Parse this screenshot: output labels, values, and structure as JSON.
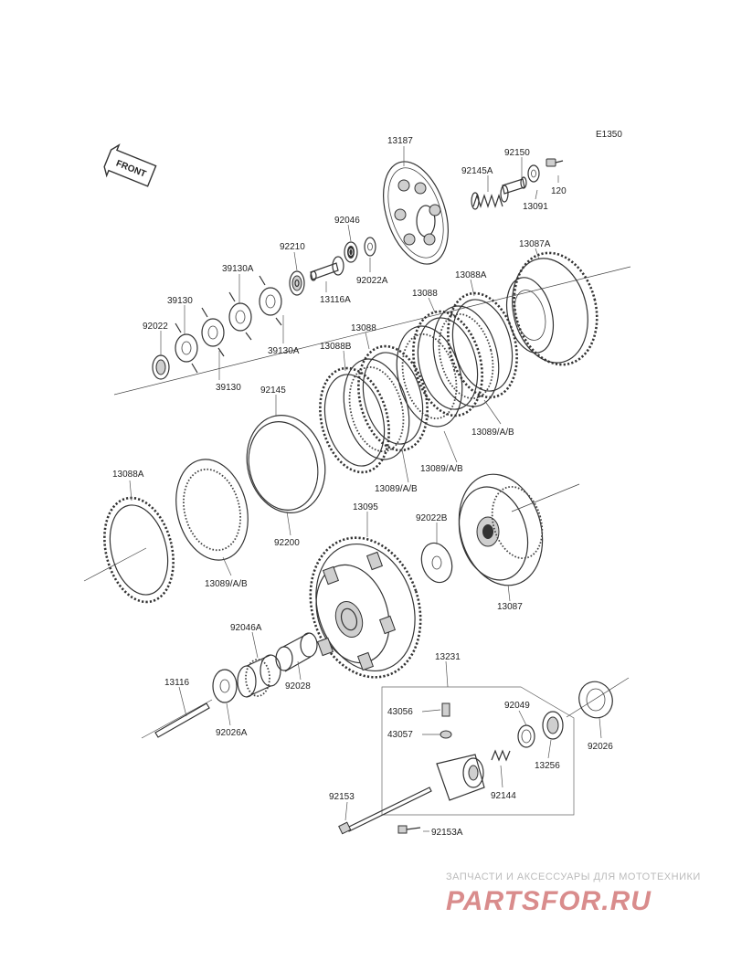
{
  "diagram": {
    "code": "E1350",
    "front_label": "FRONT",
    "labels": {
      "p13187": "13187",
      "p92150": "92150",
      "p92145a": "92145A",
      "p120": "120",
      "p13091": "13091",
      "p92046": "92046",
      "p92210": "92210",
      "p92022a": "92022A",
      "p13116a": "13116A",
      "p39130a_1": "39130A",
      "p39130_1": "39130",
      "p92022": "92022",
      "p39130a_2": "39130A",
      "p39130_2": "39130",
      "p13087a": "13087A",
      "p13088a_top": "13088A",
      "p13088_1": "13088",
      "p13088_2": "13088",
      "p13088b": "13088B",
      "p13089_1": "13089/A/B",
      "p13089_2": "13089/A/B",
      "p13089_3": "13089/A/B",
      "p92145": "92145",
      "p13088a_left": "13088A",
      "p13089_4": "13089/A/B",
      "p92200": "92200",
      "p13095": "13095",
      "p92022b": "92022B",
      "p13087": "13087",
      "p92046a": "92046A",
      "p92028": "92028",
      "p13116": "13116",
      "p92026a": "92026A",
      "p13231": "13231",
      "p43056": "43056",
      "p43057": "43057",
      "p92049": "92049",
      "p92026": "92026",
      "p13256": "13256",
      "p92144": "92144",
      "p92153": "92153",
      "p92153a": "92153A"
    }
  },
  "watermark": {
    "subtitle": "ЗАПЧАСТИ И АКСЕССУАРЫ ДЛЯ МОТОТЕХНИКИ",
    "brand": "PARTSFOR.RU"
  }
}
